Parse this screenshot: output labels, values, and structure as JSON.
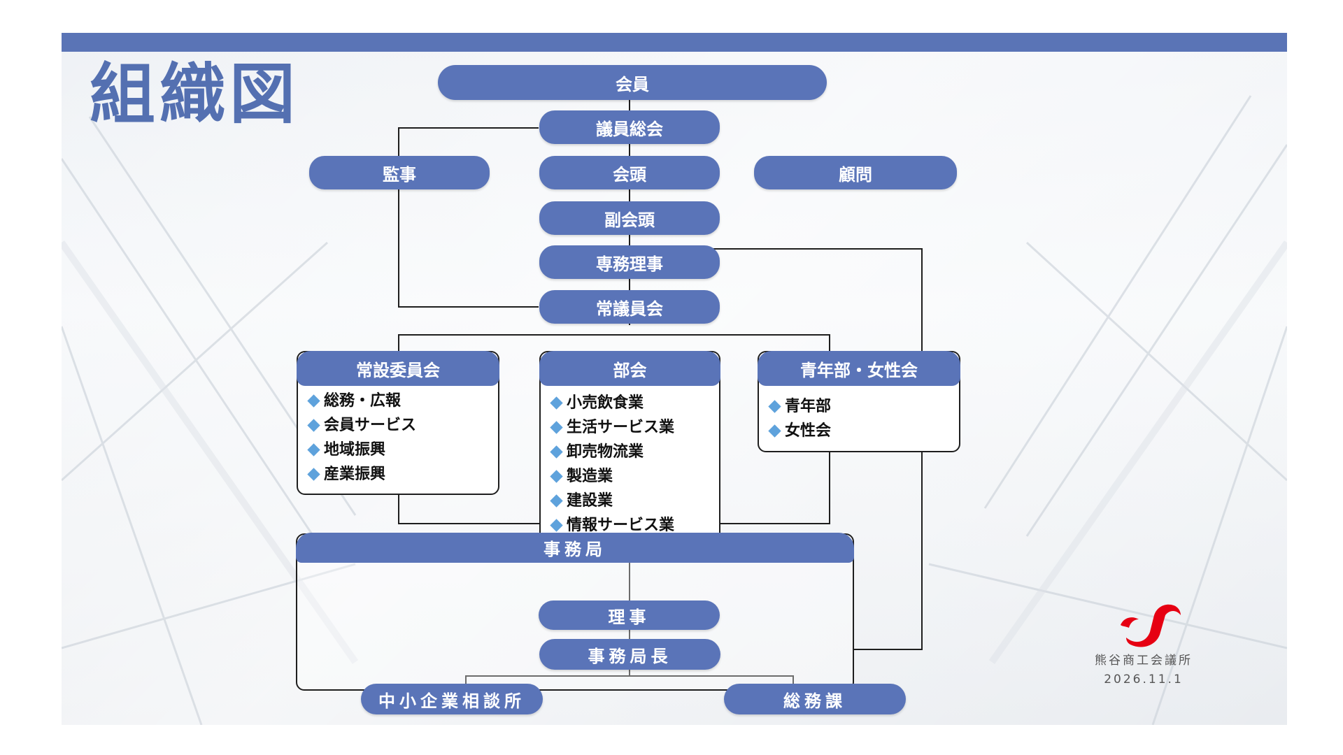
{
  "title": "組織図",
  "nodes": {
    "members": "会員",
    "general_assembly": "議員総会",
    "auditor": "監事",
    "chairman": "会頭",
    "advisor": "顧問",
    "vice_chairman": "副会頭",
    "managing_director": "専務理事",
    "standing_council": "常議員会"
  },
  "committees": {
    "standing": {
      "title": "常設委員会",
      "items": [
        "総務・広報",
        "会員サービス",
        "地域振興",
        "産業振興"
      ]
    },
    "sections": {
      "title": "部会",
      "items": [
        "小売飲食業",
        "生活サービス業",
        "卸売物流業",
        "製造業",
        "建設業",
        "情報サービス業"
      ]
    },
    "youth_women": {
      "title": "青年部・女性会",
      "items": [
        "青年部",
        "女性会"
      ]
    }
  },
  "secretariat": {
    "title": "事務局",
    "director": "理事",
    "secretary_general": "事務局長",
    "sme_consultation": "中小企業相談所",
    "general_affairs": "総務課"
  },
  "footer": {
    "org_name": "熊谷商工会議所",
    "date": "2026.11.1"
  },
  "colors": {
    "accent": "#5a74b8",
    "bullet": "#5ea2dc",
    "logo_red": "#e60012",
    "line": "#1e1e1e"
  },
  "icons": [
    "diamond-bullet-icon",
    "chamber-logo-icon"
  ]
}
